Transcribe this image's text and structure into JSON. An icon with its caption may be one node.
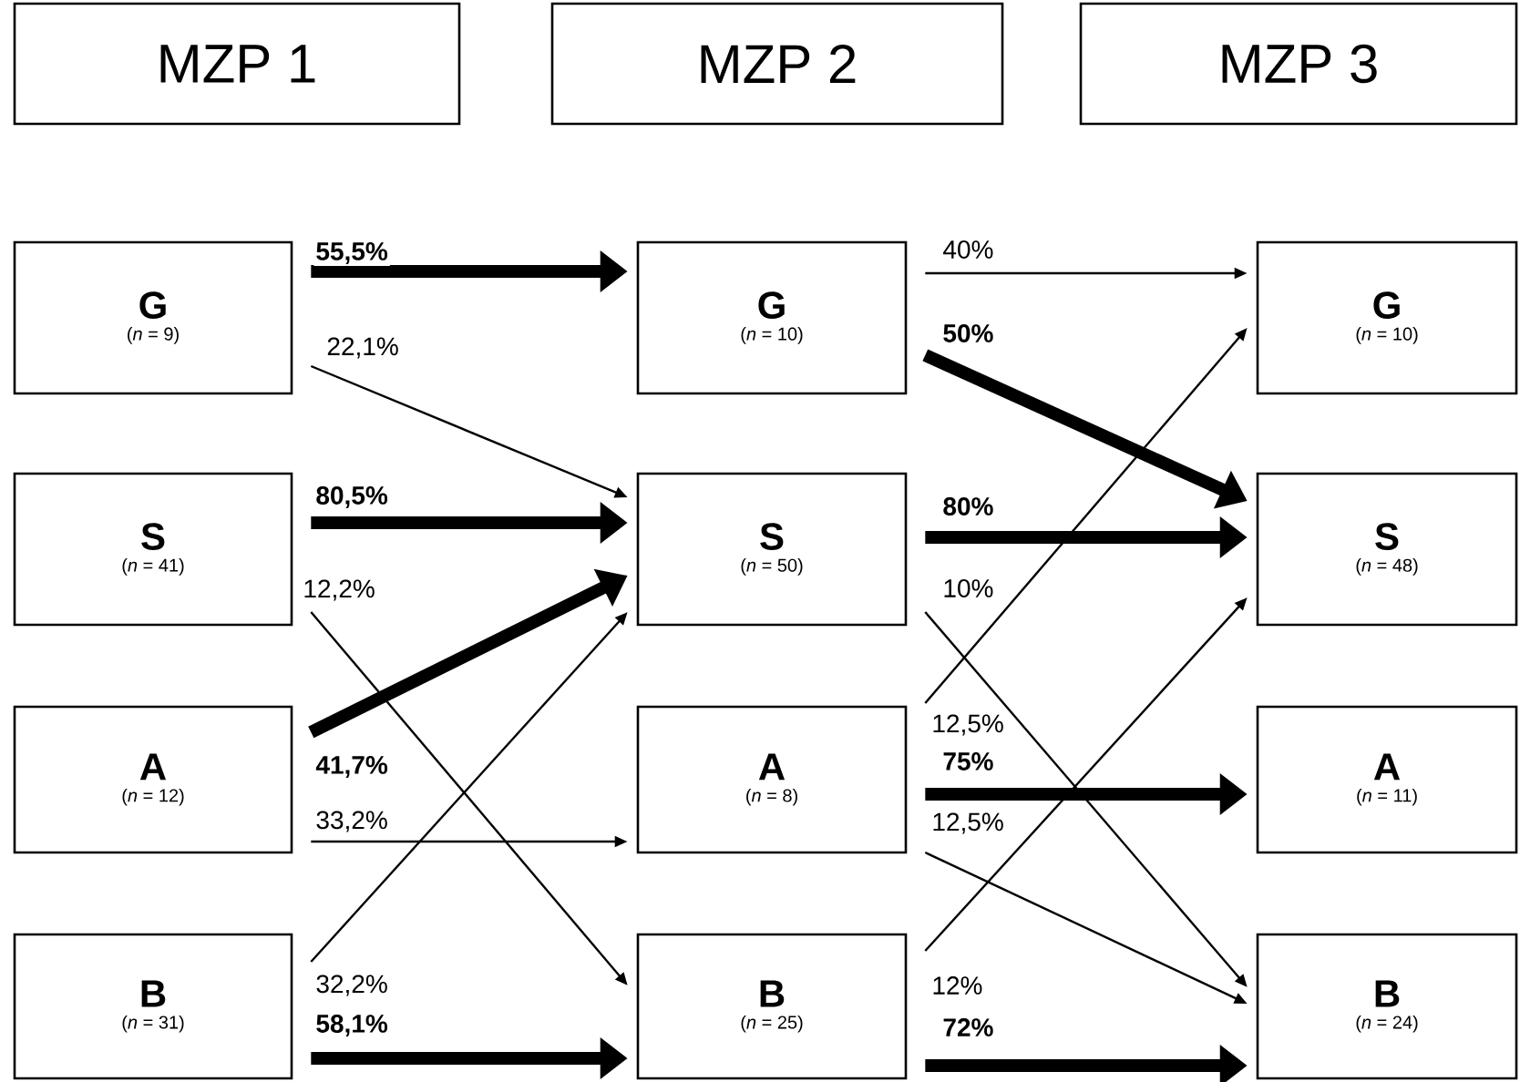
{
  "diagram": {
    "nodes": [
      {
        "text": [
          "MZP 1"
        ]
      },
      {
        "text": [
          "MZP 2"
        ]
      },
      {
        "text": [
          "MZP 3"
        ]
      },
      {
        "text": [
          "G",
          "(*n* = 9)"
        ]
      },
      {
        "text": [
          "G",
          "(*n* = 10)"
        ]
      },
      {
        "text": [
          "G",
          "(*n* = 10)"
        ]
      },
      {
        "text": [
          "S",
          "(*n* = 41)"
        ]
      },
      {
        "text": [
          "S",
          "(*n* = 50)"
        ]
      },
      {
        "text": [
          "S",
          "(*n* = 48)"
        ]
      },
      {
        "text": [
          "A",
          "(*n* = 12)"
        ]
      },
      {
        "text": [
          "A",
          "(*n* = 8)"
        ]
      },
      {
        "text": [
          "A",
          "(*n* = 11)"
        ]
      },
      {
        "text": [
          "B",
          "(*n* = 31)"
        ]
      },
      {
        "text": [
          "B",
          "(*n* = 25)"
        ]
      },
      {
        "text": [
          "B",
          "(*n* = 24)"
        ]
      }
    ],
    "edges": [
      {
        "from": 3,
        "to": 4,
        "arrow": "to",
        "label": "55,5%",
        "style": "thick"
      },
      {
        "from": 3,
        "to": 7,
        "arrow": "to",
        "label": "22,1%"
      },
      {
        "from": 6,
        "to": 7,
        "arrow": "to",
        "label": "80,5%",
        "style": "thick"
      },
      {
        "from": 6,
        "to": 13,
        "arrow": "to",
        "label": "12,2%"
      },
      {
        "from": 9,
        "to": 7,
        "arrow": "to",
        "label": "41,7%",
        "style": "thick"
      },
      {
        "from": 9,
        "to": 10,
        "arrow": "to",
        "label": "33,2%"
      },
      {
        "from": 12,
        "to": 7,
        "arrow": "to",
        "label": "32,2%"
      },
      {
        "from": 12,
        "to": 13,
        "arrow": "to",
        "label": "58,1%",
        "style": "thick"
      },
      {
        "from": 4,
        "to": 5,
        "arrow": "to",
        "label": "40%"
      },
      {
        "from": 4,
        "to": 8,
        "arrow": "to",
        "label": "50%",
        "style": "thick"
      },
      {
        "from": 7,
        "to": 8,
        "arrow": "to",
        "label": "80%",
        "style": "thick"
      },
      {
        "from": 7,
        "to": 14,
        "arrow": "to",
        "label": "10%"
      },
      {
        "from": 10,
        "to": 5,
        "arrow": "to",
        "label": "12,5%"
      },
      {
        "from": 10,
        "to": 11,
        "arrow": "to",
        "label": "75%",
        "style": "thick"
      },
      {
        "from": 10,
        "to": 14,
        "arrow": "to",
        "label": "12,5%"
      },
      {
        "from": 13,
        "to": 8,
        "arrow": "to",
        "label": "12%"
      },
      {
        "from": 13,
        "to": 14,
        "arrow": "to",
        "label": "72%",
        "style": "thick"
      }
    ]
  }
}
